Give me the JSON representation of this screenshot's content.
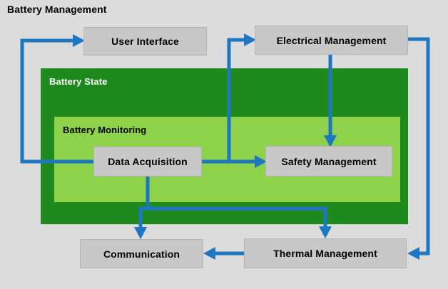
{
  "diagram": {
    "title": "Battery Management",
    "type": "block-diagram",
    "background_color": "#dcdcdc",
    "groups": [
      {
        "id": "battery-state",
        "label": "Battery State",
        "color": "#1e8a1e",
        "label_color": "#ffffff"
      },
      {
        "id": "battery-monitoring",
        "label": "Battery Monitoring",
        "color": "#8ed14a",
        "label_color": "#000000"
      }
    ],
    "blocks": [
      {
        "id": "user-interface",
        "label": "User Interface"
      },
      {
        "id": "electrical-mgmt",
        "label": "Electrical Management"
      },
      {
        "id": "data-acquisition",
        "label": "Data Acquisition"
      },
      {
        "id": "safety-mgmt",
        "label": "Safety Management"
      },
      {
        "id": "communication",
        "label": "Communication"
      },
      {
        "id": "thermal-mgmt",
        "label": "Thermal Management"
      }
    ],
    "block_color": "#c8c8c8",
    "arrow_color": "#1f77c4",
    "connections": [
      {
        "from": "data-acquisition",
        "to": "user-interface"
      },
      {
        "from": "data-acquisition",
        "to": "electrical-mgmt"
      },
      {
        "from": "data-acquisition",
        "to": "safety-mgmt"
      },
      {
        "from": "electrical-mgmt",
        "to": "safety-mgmt"
      },
      {
        "from": "electrical-mgmt",
        "to": "thermal-mgmt"
      },
      {
        "from": "data-acquisition",
        "to": "communication"
      },
      {
        "from": "data-acquisition",
        "to": "thermal-mgmt"
      },
      {
        "from": "thermal-mgmt",
        "to": "communication"
      }
    ]
  }
}
